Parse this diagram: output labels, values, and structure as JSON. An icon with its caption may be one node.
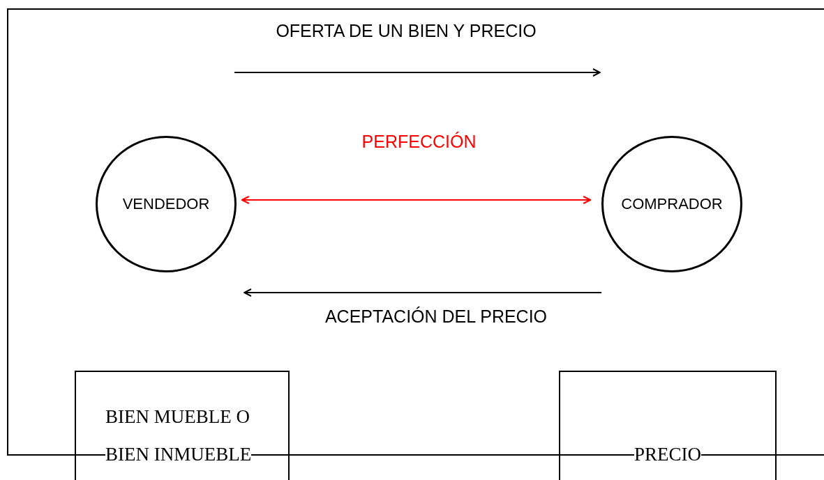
{
  "diagram": {
    "nodes": [
      {
        "text": [],
        "shape": "box"
      },
      {
        "text": [
          "VENDEDOR"
        ],
        "in": 0
      },
      {
        "text": [
          "COMPRADOR"
        ],
        "in": 0
      },
      {
        "text": [
          "BIEN MUEBLE O BIEN INMUEBLE"
        ]
      },
      {
        "text": [
          "PRECIO"
        ]
      }
    ],
    "edges": [
      {
        "from": 1,
        "to": 2,
        "arrow": "both",
        "label": "PERFECCIÓN",
        "color": "#ff0000"
      }
    ],
    "labels": [
      "OFERTA DE UN BIEN Y PRECIO",
      "ACEPTACIÓN DEL PRECIO"
    ]
  }
}
